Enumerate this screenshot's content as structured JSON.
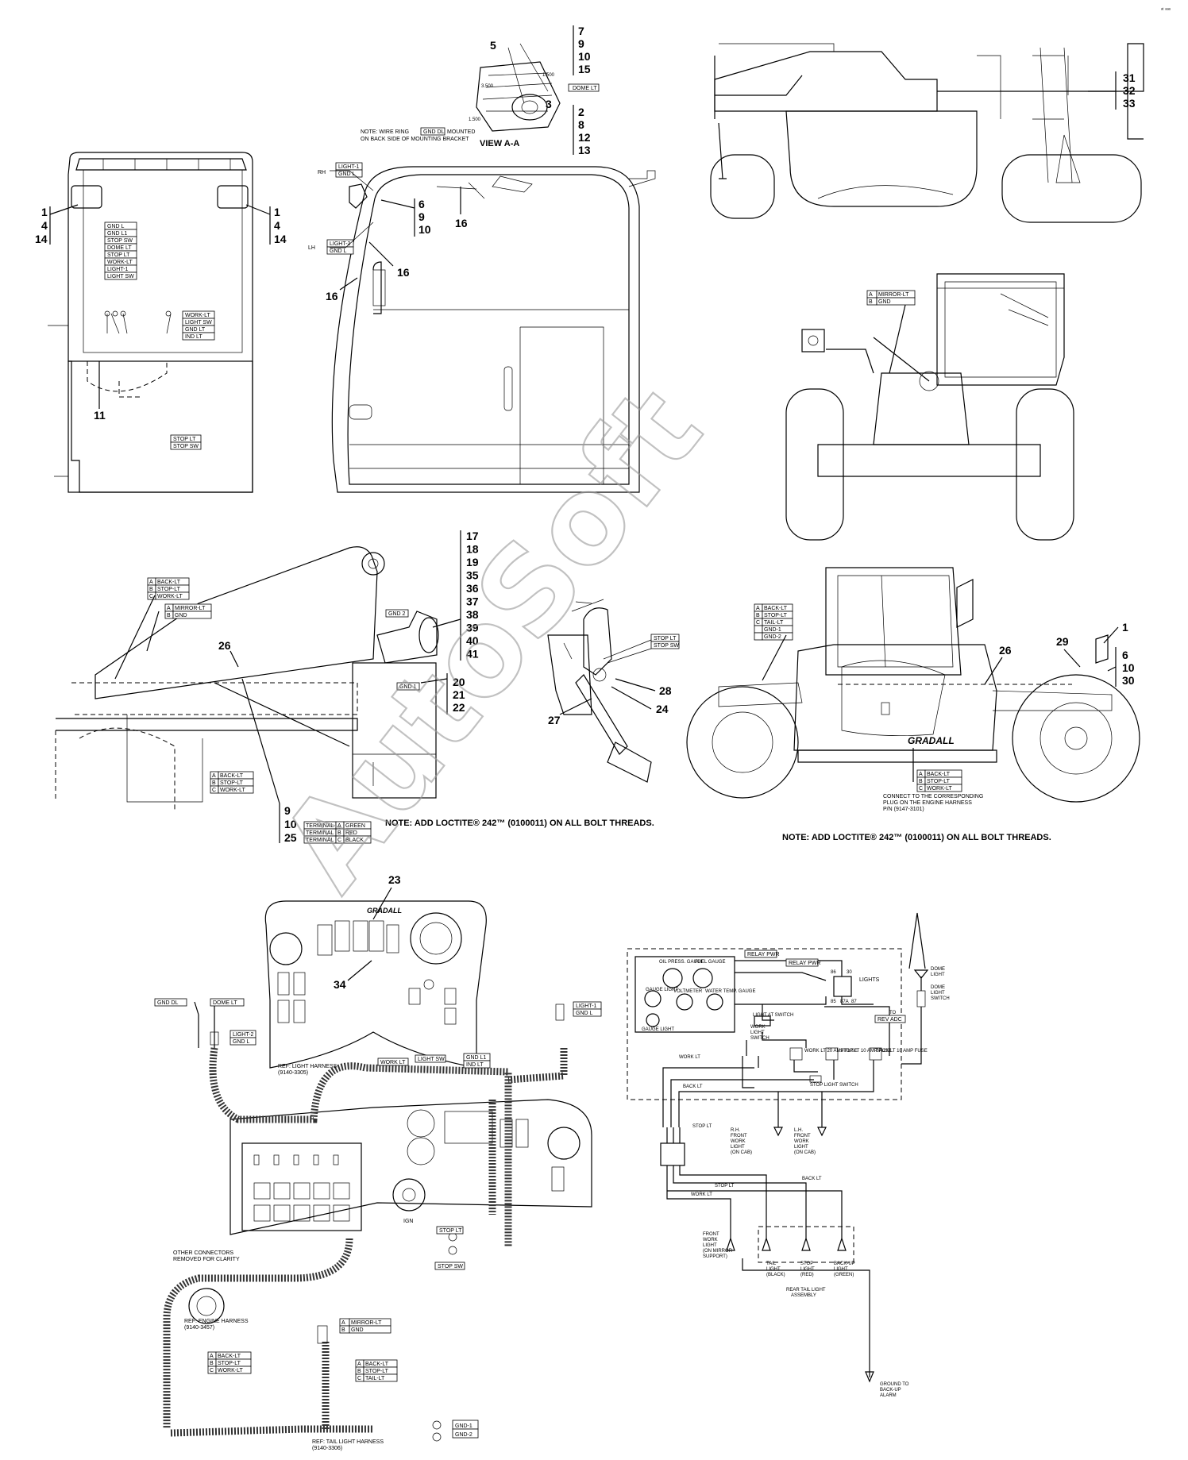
{
  "view_a_a": {
    "title": "VIEW A-A",
    "callouts": [
      "5",
      "7",
      "9",
      "10",
      "15",
      "3",
      "2",
      "8",
      "12",
      "13"
    ],
    "dims": [
      "1.500",
      "3.500",
      "1.500"
    ],
    "tag": "DOME LT",
    "note_prefix": "NOTE: WIRE RING",
    "note_tag": "GND DL",
    "note_suffix": "MOUNTED",
    "note_line2": "ON BACK SIDE OF MOUNTING BRACKET"
  },
  "cab_front": {
    "left_callouts": [
      "1",
      "4",
      "14"
    ],
    "right_callouts": [
      "1",
      "4",
      "14"
    ],
    "tags_top": [
      "GND L",
      "GND L1",
      "STOP SW",
      "DOME LT",
      "STOP LT",
      "WORK-LT",
      "LIGHT-1",
      "LIGHT SW"
    ],
    "tags_mid": [
      "WORK-LT",
      "LIGHT SW",
      "GND LT",
      "IND LT"
    ],
    "bottom_callout": "11",
    "tags_bottom": [
      "STOP LT",
      "STOP SW"
    ]
  },
  "cab_side": {
    "rh": "RH",
    "lh": "LH",
    "tags_rh": [
      "LIGHT-1",
      "GND L"
    ],
    "tags_lh": [
      "LIGHT-2",
      "GND L"
    ],
    "callouts": [
      "6",
      "9",
      "10",
      "16",
      "16",
      "16"
    ]
  },
  "rear_axle": {
    "callouts": [
      "31",
      "32",
      "33"
    ]
  },
  "rear_view": {
    "mirror_table": [
      [
        "A",
        "MIRROR-LT"
      ],
      [
        "B",
        "GND"
      ]
    ]
  },
  "boom_view": {
    "table1": [
      [
        "A",
        "BACK-LT"
      ],
      [
        "B",
        "STOP-LT"
      ],
      [
        "C",
        "WORK-LT"
      ]
    ],
    "table2": [
      [
        "A",
        "MIRROR-LT"
      ],
      [
        "B",
        "GND"
      ]
    ],
    "table3": [
      [
        "A",
        "BACK-LT"
      ],
      [
        "B",
        "STOP-LT"
      ],
      [
        "C",
        "WORK-LT"
      ]
    ],
    "gnd2": "GND 2",
    "gnd1": "GND 1",
    "callout_26": "26",
    "callouts_right": [
      "17",
      "18",
      "19",
      "35",
      "36",
      "37",
      "38",
      "39",
      "40",
      "41"
    ],
    "callouts_right2": [
      "20",
      "21",
      "22"
    ],
    "callouts_bottom": [
      "9",
      "10",
      "25"
    ],
    "terminal_table": [
      [
        "TERMINAL",
        "A",
        "GREEN"
      ],
      [
        "TERMINAL",
        "B",
        "RED"
      ],
      [
        "TERMINAL",
        "C",
        "BLACK"
      ]
    ],
    "note": "NOTE:  ADD LOCTITE® 242™ (0100011) ON ALL BOLT THREADS."
  },
  "pedal_view": {
    "tags": [
      "STOP LT",
      "STOP SW"
    ],
    "callouts": [
      "28",
      "24",
      "27"
    ]
  },
  "machine_side": {
    "table1": [
      [
        "A",
        "BACK-LT"
      ],
      [
        "B",
        "STOP-LT"
      ],
      [
        "C",
        "TAIL-LT"
      ],
      [
        "",
        "GND-1"
      ],
      [
        "",
        "GND-2"
      ]
    ],
    "brand": "GRADALL",
    "callouts": [
      "29",
      "26",
      "1",
      "6",
      "10",
      "30"
    ],
    "table2": [
      [
        "A",
        "BACK-LT"
      ],
      [
        "B",
        "STOP-LT"
      ],
      [
        "C",
        "WORK-LT"
      ]
    ],
    "connect_note": [
      "CONNECT TO THE CORRESPONDING",
      "PLUG ON THE ENGINE HARNESS",
      "P/N (9147-3101)"
    ],
    "note": "NOTE:  ADD LOCTITE® 242™ (0100011) ON ALL BOLT THREADS."
  },
  "dash_panel": {
    "brand": "GRADALL",
    "callouts": [
      "23",
      "34"
    ]
  },
  "harness_view": {
    "tags_left": [
      "GND DL",
      "DOME LT",
      "LIGHT-2",
      "GND L"
    ],
    "tags_right": [
      "LIGHT-1",
      "GND L"
    ],
    "ref_light": [
      "REF: LIGHT HARNESS",
      "(9140-3305)"
    ],
    "tags_top": [
      "WORK LT",
      "LIGHT SW",
      "GND L1",
      "IND LT"
    ],
    "tags_stop": [
      "STOP LT",
      "STOP SW"
    ],
    "ign": "IGN",
    "other": [
      "OTHER CONNECTORS",
      "REMOVED FOR CLARITY"
    ],
    "ref_engine": [
      "REF: ENGINE HARNESS",
      "(9140-3457)"
    ],
    "mirror_table": [
      [
        "A",
        "MIRROR-LT"
      ],
      [
        "B",
        "GND"
      ]
    ],
    "table_left": [
      [
        "A",
        "BACK-LT"
      ],
      [
        "B",
        "STOP-LT"
      ],
      [
        "C",
        "WORK-LT"
      ]
    ],
    "table_right": [
      [
        "A",
        "BACK-LT"
      ],
      [
        "B",
        "STOP-LT"
      ],
      [
        "C",
        "TAIL-LT"
      ]
    ],
    "gnd_tags": [
      "GND-1",
      "GND-2"
    ],
    "ref_tail": [
      "REF: TAIL LIGHT HARNESS",
      "(9140-3306)"
    ]
  },
  "schematic": {
    "relay_pwr_1": "RELAY PWR",
    "relay_pwr_2": "RELAY PWR",
    "lights": "LIGHTS",
    "relay_pins": [
      "86",
      "30",
      "85",
      "87A",
      "87"
    ],
    "gauges": [
      "OIL PRESS. GAUGE",
      "FUEL GAUGE",
      "GAUGE LIGHT",
      "VOLTMETER",
      "WATER TEMP. GAUGE",
      "GAUGE LIGHT"
    ],
    "light_at_switch": "LIGHT AT SWITCH",
    "work_light_switch": [
      "WORK",
      "LIGHT",
      "SWITCH"
    ],
    "fuses": [
      "WORK LT 20 AMP FUSE",
      "STOP LT 10 AMP FUSE",
      "BACK LT 10 AMP FUSE"
    ],
    "to": "TO",
    "rev_adc": "REV ADC",
    "dome_light": [
      "DOME",
      "LIGHT"
    ],
    "dome_switch": [
      "DOME",
      "LIGHT",
      "SWITCH"
    ],
    "work_lt": "WORK LT",
    "stop_lt_label": "STOP LT",
    "back_lt": "BACK LT",
    "stop_light_switch": "STOP LIGHT SWITCH",
    "rh_front": [
      "R.H.",
      "FRONT",
      "WORK",
      "LIGHT",
      "(ON CAB)"
    ],
    "lh_front": [
      "L.H.",
      "FRONT",
      "WORK",
      "LIGHT",
      "(ON CAB)"
    ],
    "front_work": [
      "FRONT",
      "WORK",
      "LIGHT",
      "(ON MIRROR",
      "SUPPORT)"
    ],
    "tail": [
      "TAIL",
      "LIGHT",
      "(BLACK)"
    ],
    "stop": [
      "STOP",
      "LIGHT",
      "(RED)"
    ],
    "backup": [
      "BACK-UP",
      "LIGHT",
      "(GREEN)"
    ],
    "assembly": [
      "REAR TAIL LIGHT",
      "ASSEMBLY"
    ],
    "ground": [
      "GROUND TO",
      "BACK-UP",
      "ALARM"
    ]
  },
  "watermark": "AutoSoft",
  "corner_mark": "ᵃᵗ ᵃᵃᵃ"
}
